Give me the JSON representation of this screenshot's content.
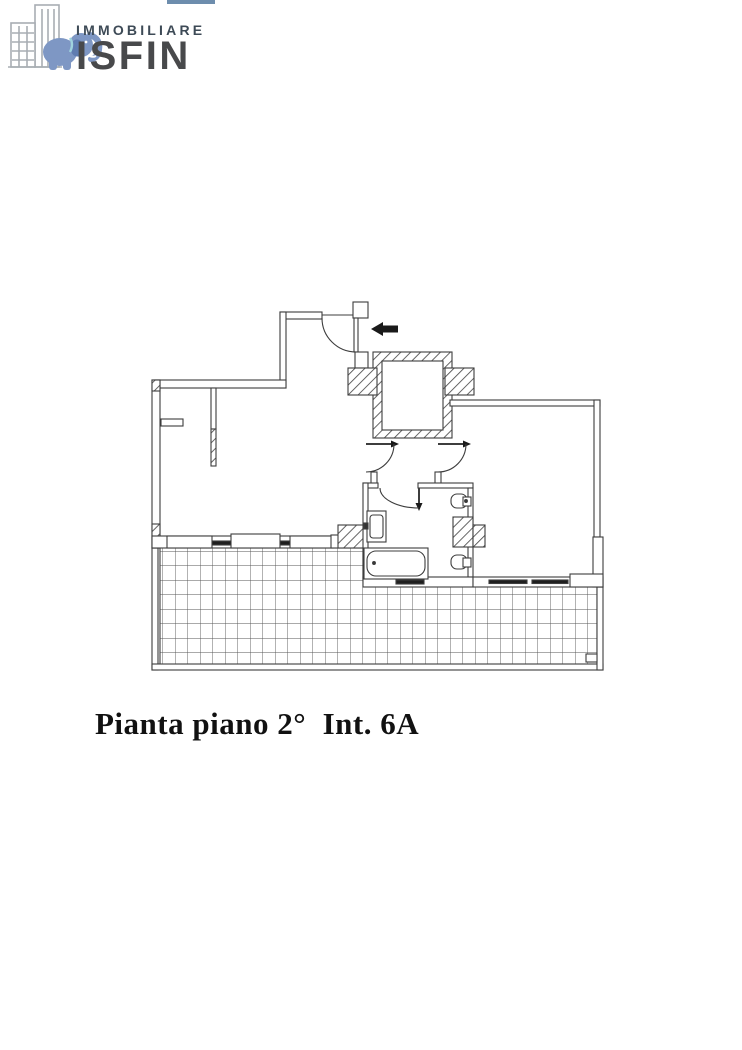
{
  "logo": {
    "top_text": "IMMOBILIARE",
    "main_text": "ISFIN",
    "accent_color": "#6d8dad",
    "elephant_color": "#7e97c4",
    "buildings_color": "#a8adb3",
    "top_text_color": "#3d4a56",
    "main_text_color": "#48494b"
  },
  "caption": {
    "text": "Pianta piano 2°  Int. 6A"
  },
  "floor_plan": {
    "line_color": "#3d3d3d",
    "glazing_color": "#1f1f1f",
    "arrow_color": "#1a1a1a",
    "features": [
      "entrance-arrow",
      "entry-door",
      "stairwell-shaft",
      "hallway-doors",
      "living-room",
      "bedroom",
      "bathroom",
      "sink",
      "bathtub",
      "toilet",
      "bidet",
      "windows",
      "tiled-terrace"
    ]
  }
}
